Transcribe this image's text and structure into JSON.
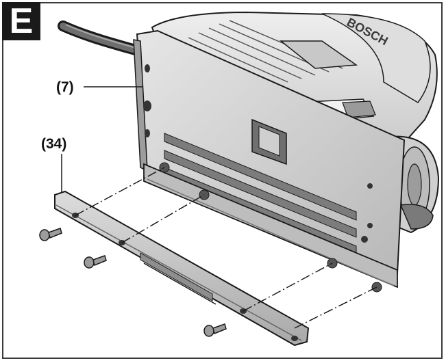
{
  "figure": {
    "letter": "E",
    "callouts": [
      {
        "label": "(7)"
      },
      {
        "label": "(34)"
      }
    ],
    "brand_text": "BOSCH",
    "colors": {
      "line": "#1a1a1a",
      "metal_light": "#d9d9d9",
      "metal_mid": "#b5b5b5",
      "metal_dark": "#8c8c8c",
      "badge": "#1a1a1a"
    }
  }
}
